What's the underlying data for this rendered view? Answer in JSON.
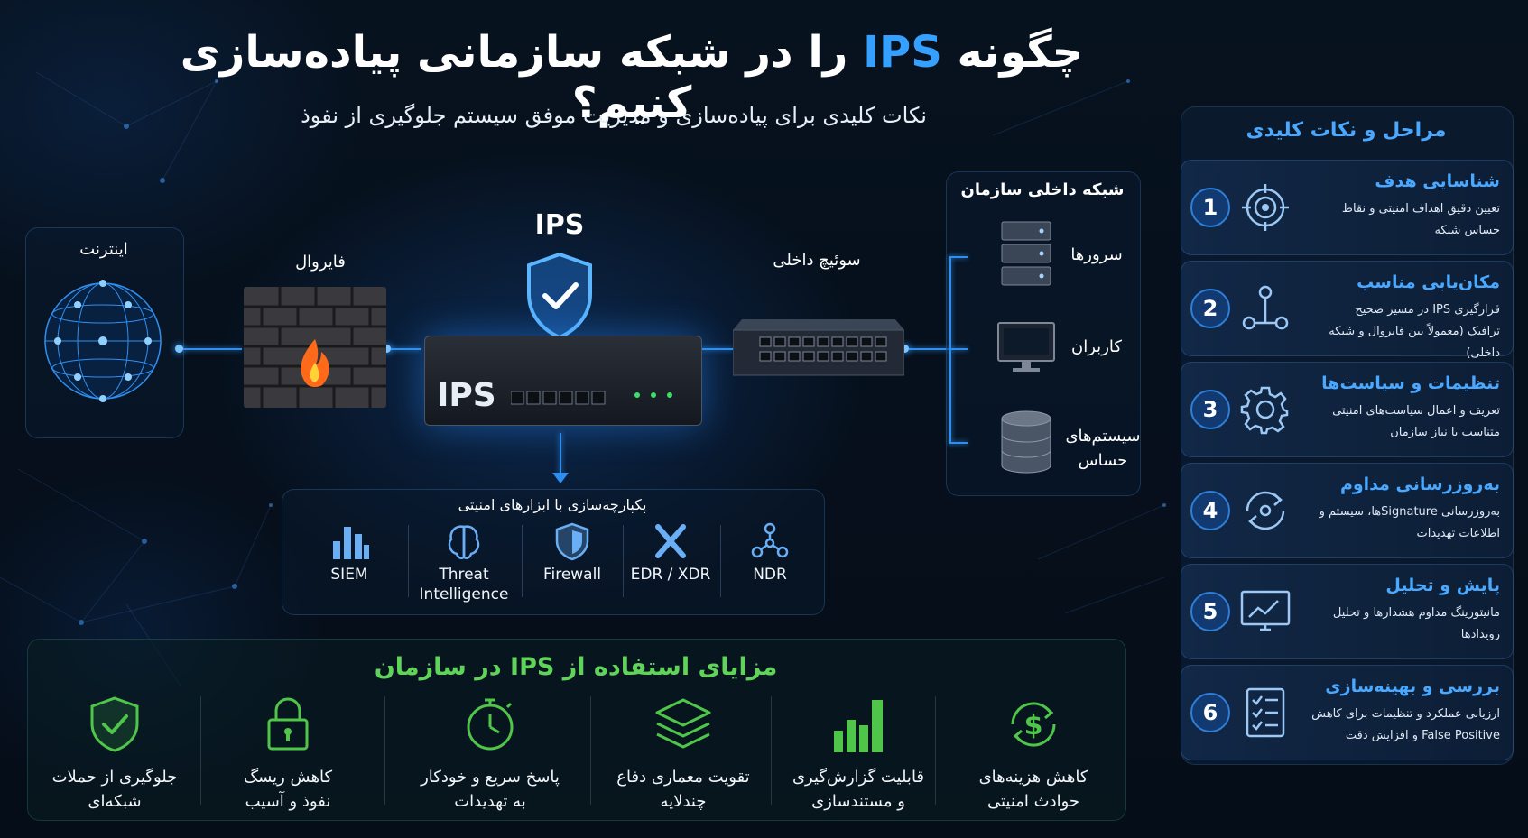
{
  "header": {
    "title_pre": "چگونه",
    "title_hl": "IPS",
    "title_post": "را در شبکه سازمانی پیاده‌سازی کنیم؟",
    "subtitle": "نکات کلیدی برای پیاده‌سازی و مدیریت موفق سیستم جلوگیری از نفوذ"
  },
  "diagram": {
    "internet": "اینترنت",
    "firewall": "فایروال",
    "ips_label": "IPS",
    "ips_device": "IPS",
    "switch": "سوئیچ داخلی",
    "internal_network": "شبکه داخلی سازمان",
    "servers": "سرورها",
    "users": "کاربران",
    "sensitive_line1": "سیستم‌های",
    "sensitive_line2": "حساس"
  },
  "integration": {
    "title": "پکپارچه‌سازی با ابزارهای امنیتی",
    "tools": [
      {
        "label": "SIEM",
        "icon": "bar-chart-icon"
      },
      {
        "label_line1": "Threat",
        "label_line2": "Intelligence",
        "icon": "brain-icon"
      },
      {
        "label": "Firewall",
        "icon": "shield-icon"
      },
      {
        "label": "EDR / XDR",
        "icon": "x-icon"
      },
      {
        "label": "NDR",
        "icon": "network-node-icon"
      }
    ]
  },
  "steps_panel": {
    "title": "مراحل و نکات کلیدی",
    "steps": [
      {
        "num": "1",
        "title": "شناسایی هدف",
        "desc1": "تعیین دقیق اهداف امنیتی و نقاط",
        "desc2": "حساس شبکه",
        "icon": "target-icon"
      },
      {
        "num": "2",
        "title": "مکان‌یابی مناسب",
        "desc1": "قرارگیری IPS در مسیر صحیح",
        "desc2": "ترافیک (معمولاً بین فایروال و شبکه داخلی)",
        "icon": "network-node-icon"
      },
      {
        "num": "3",
        "title": "تنظیمات و سیاست‌ها",
        "desc1": "تعریف و اعمال سیاست‌های امنیتی",
        "desc2": "متناسب با نیاز سازمان",
        "icon": "gear-icon"
      },
      {
        "num": "4",
        "title": "به‌روزرسانی مداوم",
        "desc1": "به‌روزرسانی Signatureها، سیستم و",
        "desc2": "اطلاعات تهدیدات",
        "icon": "refresh-icon"
      },
      {
        "num": "5",
        "title": "پایش و تحلیل",
        "desc1": "مانیتورینگ مداوم هشدارها و تحلیل",
        "desc2": "رویدادها",
        "icon": "monitor-chart-icon"
      },
      {
        "num": "6",
        "title": "بررسی و بهینه‌سازی",
        "desc1": "ارزیابی عملکرد و تنظیمات برای کاهش",
        "desc2": "False Positive و افزایش دقت",
        "icon": "checklist-icon"
      }
    ]
  },
  "benefits": {
    "title": "مزایای استفاده از IPS در سازمان",
    "items": [
      {
        "line1": "جلوگیری از حملات",
        "line2": "شبکه‌ای",
        "icon": "shield-check-icon"
      },
      {
        "line1": "کاهش ریسگ",
        "line2": "نفوذ و آسیب",
        "icon": "lock-icon"
      },
      {
        "line1": "پاسخ سریع و خودکار",
        "line2": "به تهدیدات",
        "icon": "stopwatch-icon"
      },
      {
        "line1": "تقویت معماری دفاع",
        "line2": "چندلایه",
        "icon": "layers-icon"
      },
      {
        "line1": "قابلیت گزارش‌گیری",
        "line2": "و مستندسازی",
        "icon": "bar-chart-icon"
      },
      {
        "line1": "کاهش هزینه‌های",
        "line2": "حوادث امنیتی",
        "icon": "dollar-refresh-icon"
      }
    ]
  },
  "colors": {
    "accent_blue": "#35a0ff",
    "accent_green": "#5fd35a",
    "background": "#06101c"
  }
}
